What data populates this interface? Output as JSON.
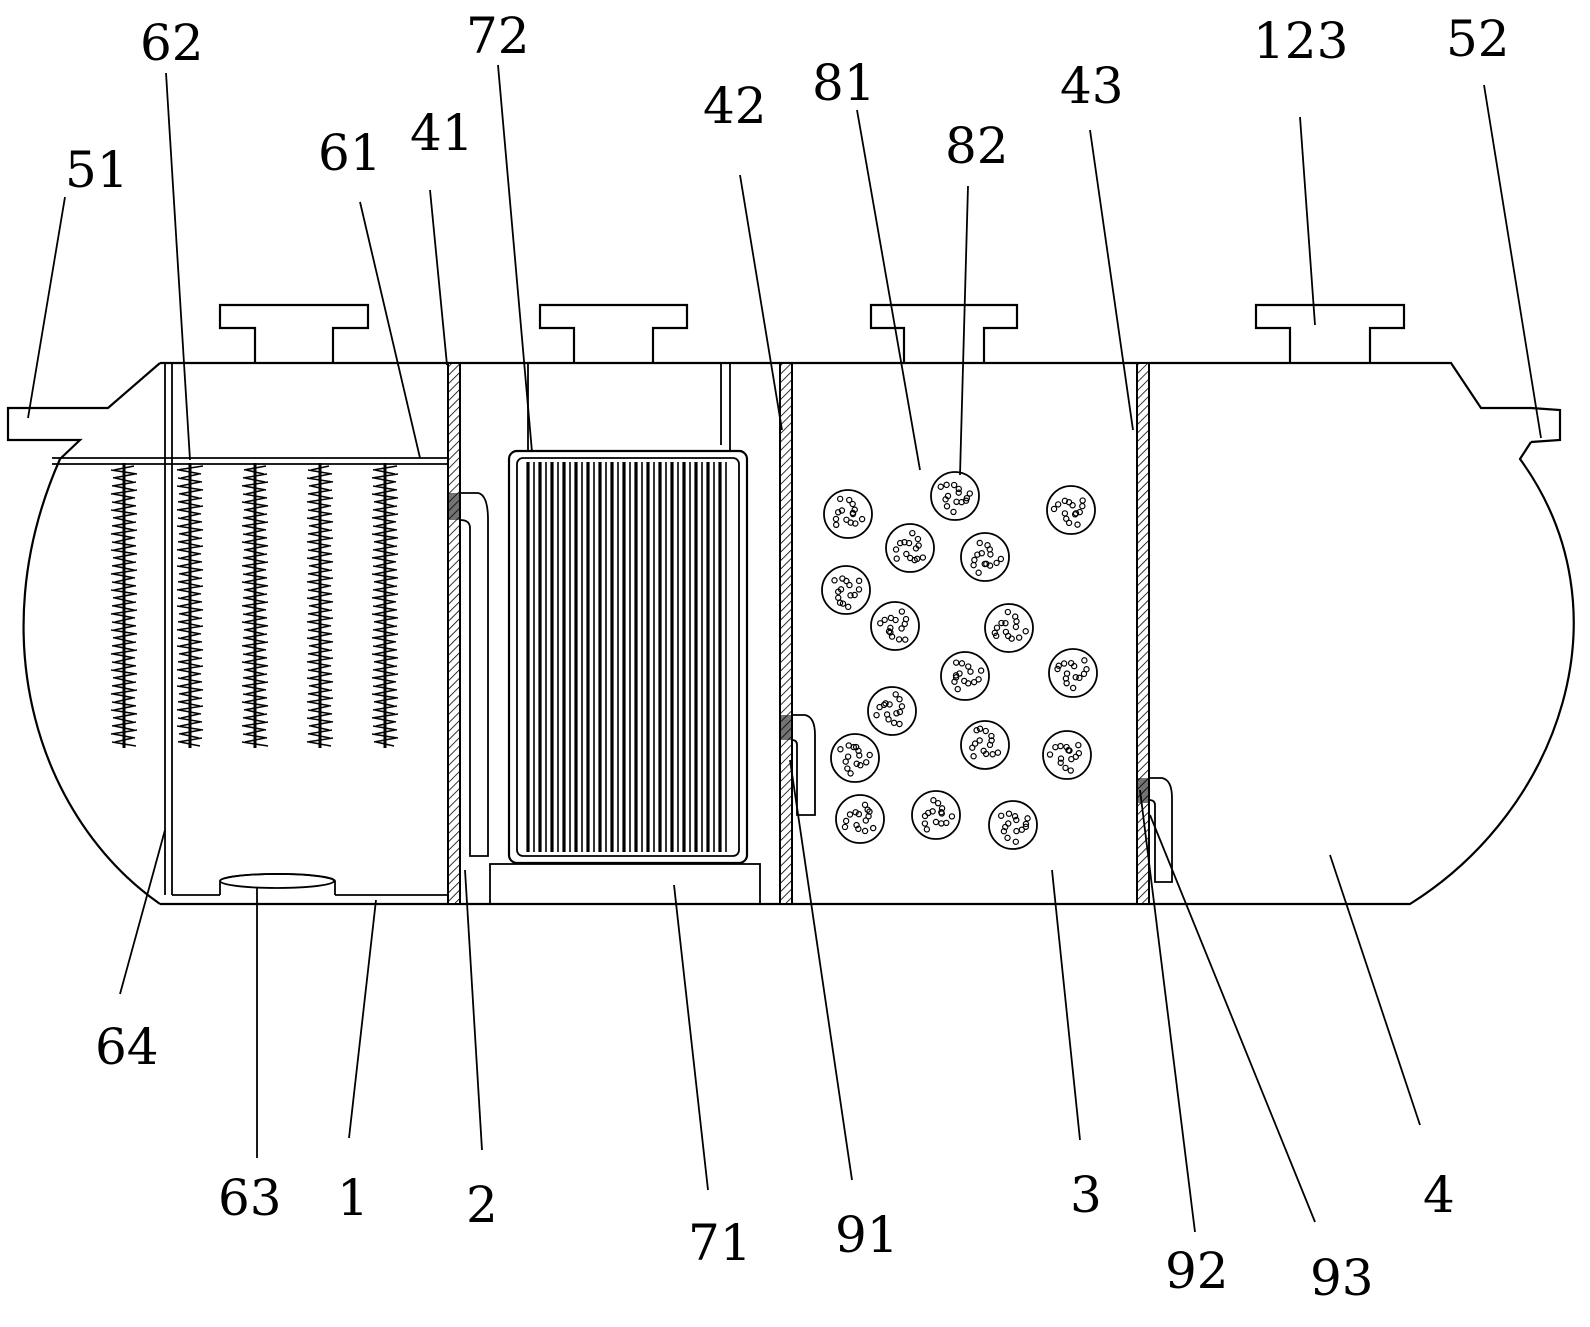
{
  "labels": {
    "l51": "51",
    "l62": "62",
    "l72": "72",
    "l61": "61",
    "l41": "41",
    "l42": "42",
    "l81": "81",
    "l82": "82",
    "l43": "43",
    "l123": "123",
    "l52": "52",
    "l64": "64",
    "l63": "63",
    "l1": "1",
    "l2": "2",
    "l71": "71",
    "l91": "91",
    "l3": "3",
    "l92": "92",
    "l93": "93",
    "l4": "4"
  },
  "colors": {
    "line": "#000000",
    "background": "#ffffff"
  }
}
